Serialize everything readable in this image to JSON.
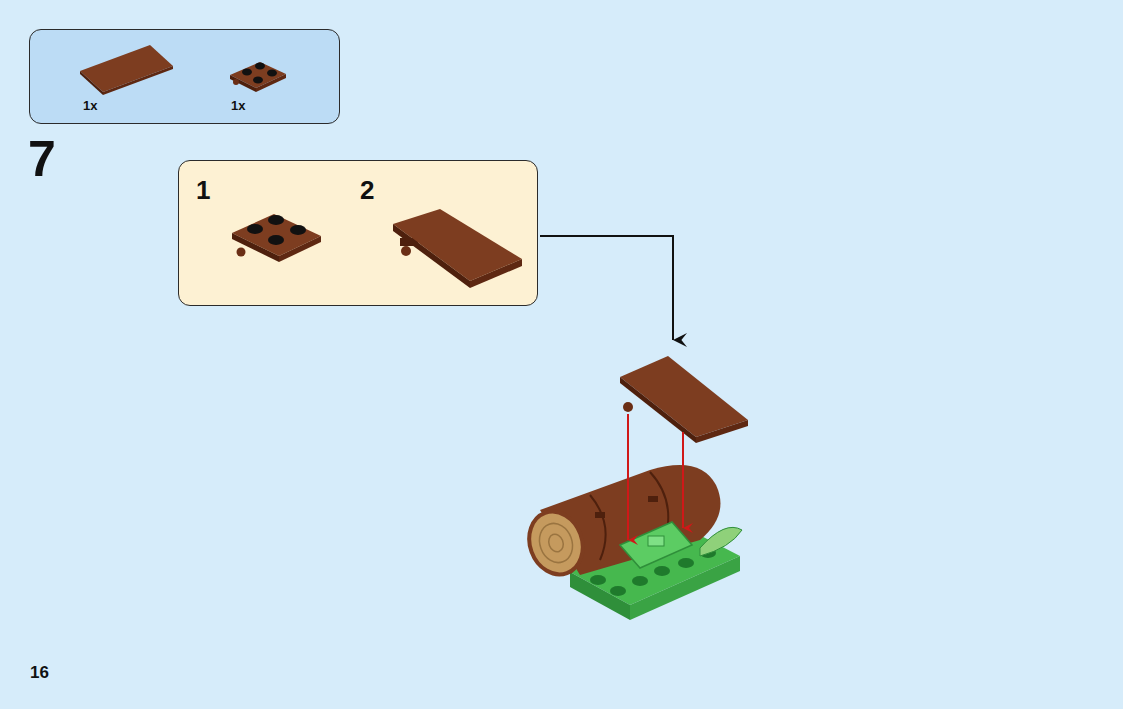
{
  "diagram": {
    "nodes": [
      {
        "text": [
          "1x",
          "1x"
        ]
      },
      {
        "text": [
          "1",
          "2"
        ]
      }
    ],
    "edges": [],
    "labels": [
      "7",
      "16"
    ]
  }
}
